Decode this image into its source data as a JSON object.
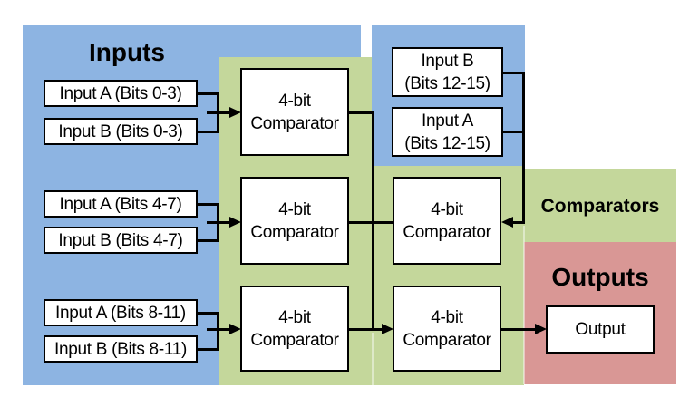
{
  "regions": {
    "inputs_label": "Inputs",
    "comparators_label": "Comparators",
    "outputs_label": "Outputs"
  },
  "nodes": {
    "input_a_0_3": "Input A (Bits 0-3)",
    "input_b_0_3": "Input B (Bits 0-3)",
    "input_a_4_7": "Input A (Bits 4-7)",
    "input_b_4_7": "Input B (Bits 4-7)",
    "input_a_8_11": "Input A (Bits 8-11)",
    "input_b_8_11": "Input B (Bits 8-11)",
    "input_b_12_15": {
      "line1": "Input B",
      "line2": "(Bits 12-15)"
    },
    "input_a_12_15": {
      "line1": "Input A",
      "line2": "(Bits 12-15)"
    },
    "comparator": {
      "line1": "4-bit",
      "line2": "Comparator"
    },
    "output": "Output"
  },
  "colors": {
    "inputs_region": "#8db4e2",
    "comparators_region": "#c4d79b",
    "outputs_region": "#d99795",
    "node_fill": "#ffffff",
    "node_border": "#000000",
    "wire": "#000000",
    "text": "#000000"
  }
}
